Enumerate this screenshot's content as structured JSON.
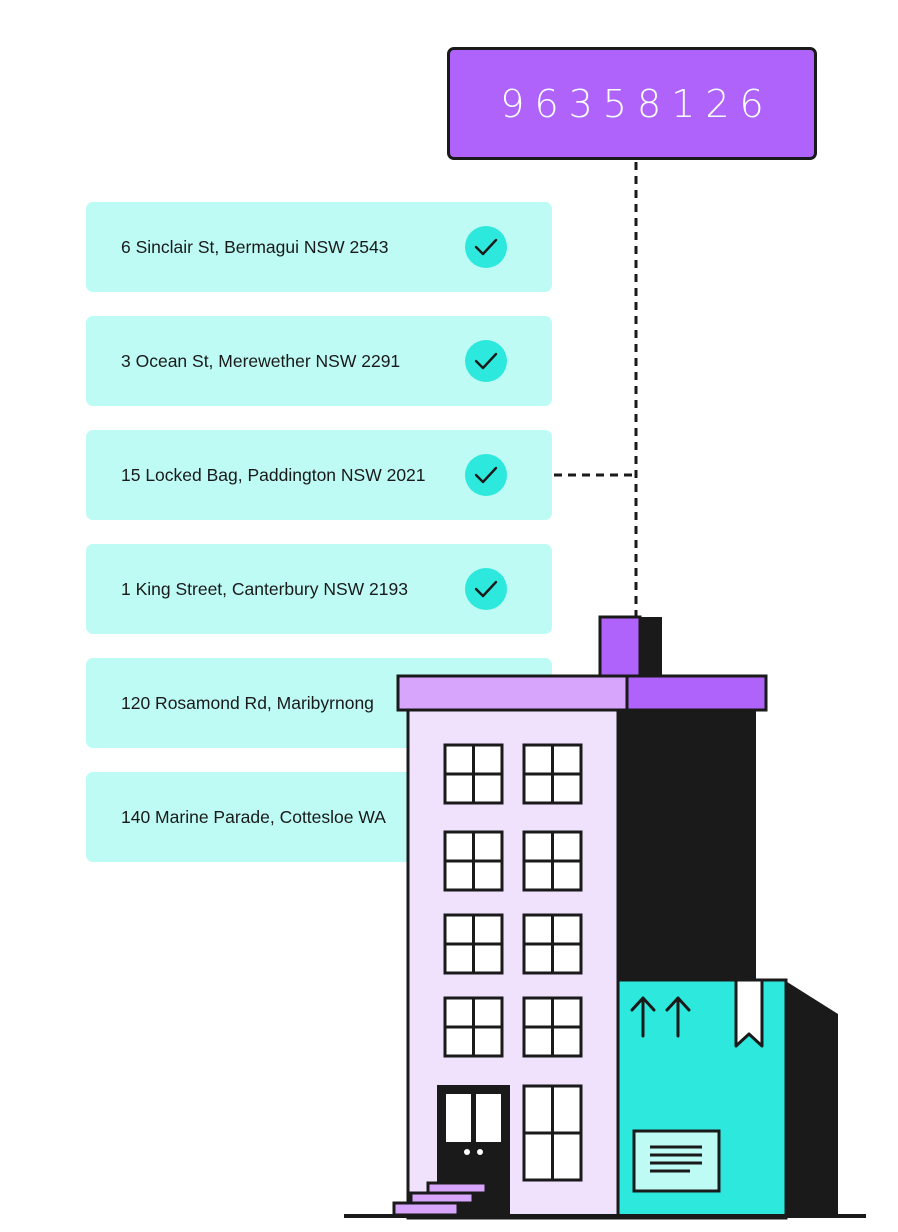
{
  "tracking_number": "96358126",
  "addresses": [
    {
      "text": "6 Sinclair St, Bermagui NSW 2543",
      "verified": true
    },
    {
      "text": "3 Ocean St, Merewether NSW 2291",
      "verified": true
    },
    {
      "text": "15 Locked Bag, Paddington NSW 2021",
      "verified": true
    },
    {
      "text": "1 King Street, Canterbury NSW 2193",
      "verified": true
    },
    {
      "text": "120 Rosamond Rd, Maribyrnong",
      "verified": false
    },
    {
      "text": "140 Marine Parade, Cottesloe WA",
      "verified": false
    }
  ],
  "colors": {
    "purple": "#b063fb",
    "light_purple": "#d7a6fc",
    "building_face": "#f0e2fd",
    "teal": "#2de8dc",
    "card_bg": "#bdfbf4",
    "ink": "#1a1a1a"
  },
  "icons": {
    "check": "check-icon",
    "arrows": "this-way-up-icon",
    "label": "shipping-label-icon"
  }
}
